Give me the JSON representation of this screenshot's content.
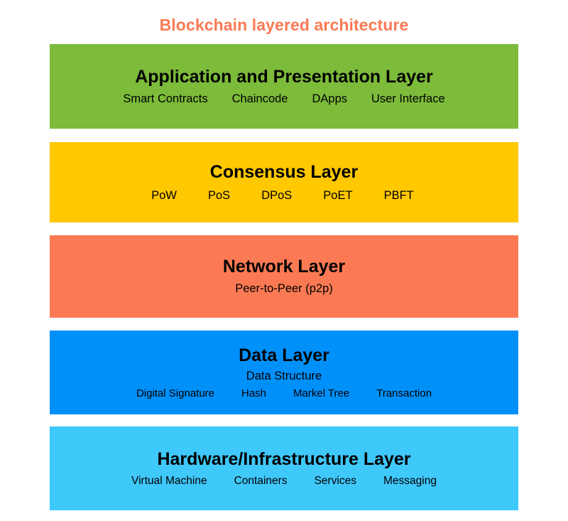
{
  "title": "Blockchain layered architecture",
  "colors": {
    "title": "#fa7a55",
    "application_layer": "#7dbb3a",
    "consensus_layer": "#ffc800",
    "network_layer": "#fb7a53",
    "data_layer": "#0090fa",
    "hardware_layer": "#3fc8fa",
    "text": "#000000",
    "background": "#ffffff"
  },
  "layers": [
    {
      "id": "application",
      "title": "Application and Presentation Layer",
      "subtitle": null,
      "items": [
        "Smart Contracts",
        "Chaincode",
        "DApps",
        "User Interface"
      ]
    },
    {
      "id": "consensus",
      "title": "Consensus Layer",
      "subtitle": null,
      "items": [
        "PoW",
        "PoS",
        "DPoS",
        "PoET",
        "PBFT"
      ]
    },
    {
      "id": "network",
      "title": "Network Layer",
      "subtitle": "Peer-to-Peer (p2p)",
      "items": []
    },
    {
      "id": "data",
      "title": "Data Layer",
      "subtitle": "Data Structure",
      "items": [
        "Digital Signature",
        "Hash",
        "Markel Tree",
        "Transaction"
      ]
    },
    {
      "id": "hardware",
      "title": "Hardware/Infrastructure Layer",
      "subtitle": null,
      "items": [
        "Virtual Machine",
        "Containers",
        "Services",
        "Messaging"
      ]
    }
  ]
}
